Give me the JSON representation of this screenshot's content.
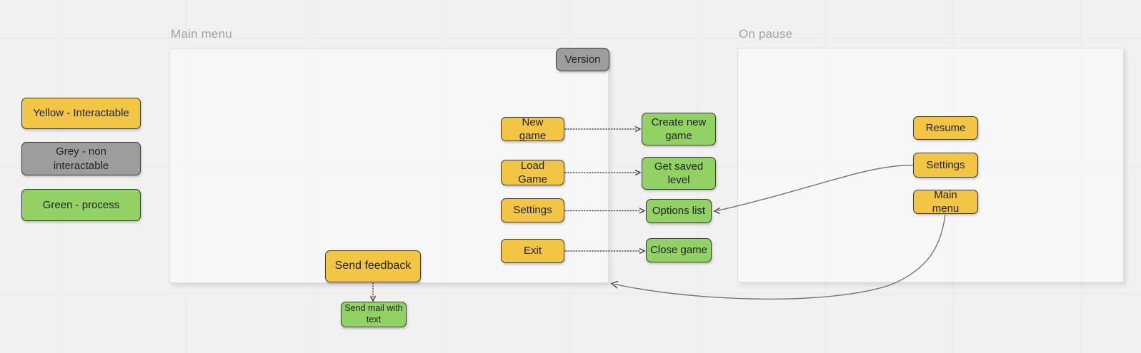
{
  "colors": {
    "yellow": "#f2c644",
    "grey": "#9d9d9d",
    "green": "#92d164",
    "node_border": "#3b3a33",
    "connector": "#4a4a4a",
    "frame_title_grey": "#a2a2a2"
  },
  "legend": {
    "items": [
      {
        "label": "Yellow - Interactable",
        "color": "yellow"
      },
      {
        "label": "Grey - non interactable",
        "color": "grey"
      },
      {
        "label": "Green - process",
        "color": "green"
      }
    ]
  },
  "frames": {
    "main_menu": {
      "title": "Main menu"
    },
    "on_pause": {
      "title": "On pause"
    }
  },
  "nodes": {
    "version": "Version",
    "new_game": "New game",
    "load_game": "Load Game",
    "settings": "Settings",
    "exit": "Exit",
    "send_feedback": "Send feedback",
    "create_new_game": "Create new game",
    "get_saved_level": "Get saved level",
    "options_list": "Options list",
    "close_game": "Close game",
    "send_mail": "Send mail with text",
    "resume": "Resume",
    "pause_settings": "Settings",
    "pause_main_menu": "Main menu"
  }
}
